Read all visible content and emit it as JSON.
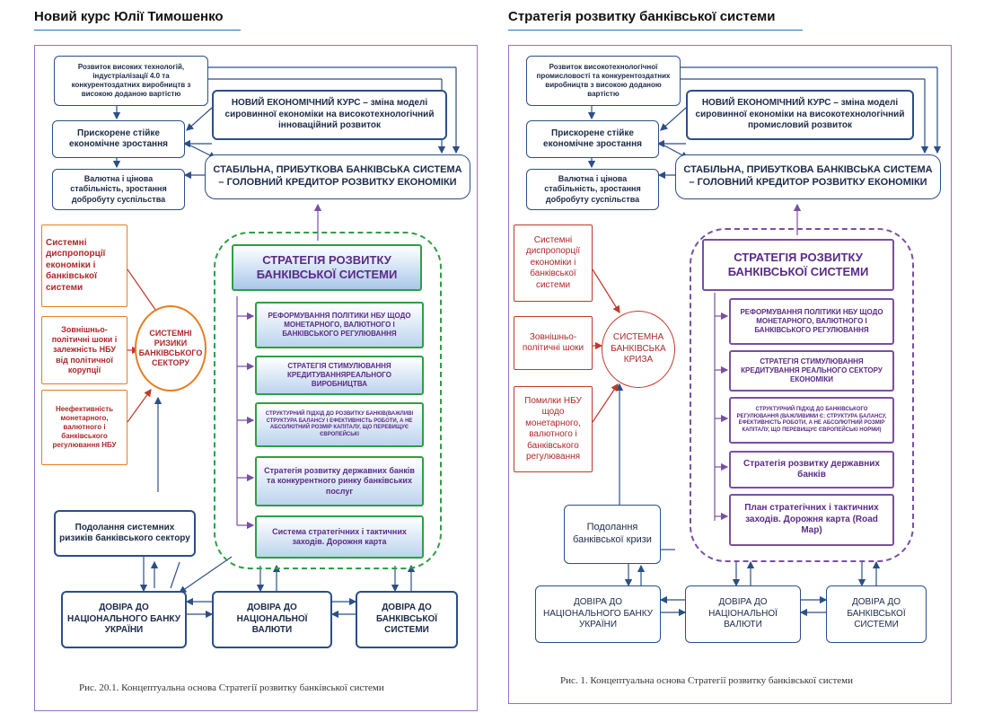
{
  "left": {
    "heading": "Новий курс Юлії Тимошенко",
    "top_box": "Розвиток високих технологій, індустріалізації 4.0 та конкурентоздатних виробництв з високою доданою вартістю",
    "econ_course": "НОВИЙ ЕКОНОМІЧНИЙ КУРС – зміна моделі сировинної економіки на високотехнологічний інноваційний розвиток",
    "growth": "Прискорене стійке економічне зростання",
    "bank_system": "СТАБІЛЬНА, ПРИБУТКОВА БАНКІВСЬКА СИСТЕМА – ГОЛОВНИЙ КРЕДИТОР РОЗВИТКУ ЕКОНОМІКИ",
    "stability": "Валютна і цінова стабільність, зростання добробуту суспільства",
    "risk1": "Системні диспропорції економіки і банківської системи",
    "risk2": "Зовнішньо-політичні шоки і залежність НБУ від політичної корупції",
    "risk3": "Неефективність монетарного, валютного і банківського регулювання НБУ",
    "circle": "СИСТЕМНІ РИЗИКИ БАНКІВСЬКОГО СЕКТОРУ",
    "strategy_title": "СТРАТЕГІЯ РОЗВИТКУ БАНКІВСЬКОЇ СИСТЕМИ",
    "items": [
      "РЕФОРМУВАННЯ ПОЛІТИКИ НБУ ЩОДО МОНЕТАРНОГО, ВАЛЮТНОГО І БАНКІВСЬКОГО РЕГУЛЮВАННЯ",
      "СТРАТЕГІЯ СТИМУЛЮВАННЯ КРЕДИТУВАННЯРЕАЛЬНОГО ВИРОБНИЦТВА",
      "СТРУКТУРНИЙ ПІДХІД ДО РОЗВИТКУ БАНКІВ(ВАЖЛИВІ СТРУКТУРА БАЛАНСУ І ЕФЕКТИВНІСТЬ РОБОТИ, А НЕ АБСОЛЮТНИЙ РОЗМІР КАПІТАЛУ, ЩО ПЕРЕВИЩУЄ ЄВРОПЕЙСЬКІ",
      "Стратегія розвитку державних банків та конкурентного ринку банківських послуг",
      "Система стратегічних і тактичних заходів. Дорожня карта"
    ],
    "overcome": "Подолання системних ризиків банківського сектору",
    "trust_nbu": "ДОВІРА ДО НАЦІОНАЛЬНОГО БАНКУ УКРАЇНИ",
    "trust_currency": "ДОВІРА ДО НАЦІОНАЛЬНОЇ ВАЛЮТИ",
    "trust_banks": "ДОВІРА ДО БАНКІВСЬКОЇ СИСТЕМИ",
    "caption": "Рис. 20.1. Концептуальна основа Стратегії розвитку банківської системи"
  },
  "right": {
    "heading": "Стратегія розвитку банківської системи",
    "top_box": "Розвиток високотехнологічної промисловості та конкурентоздатних виробництв з високою доданою вартістю",
    "econ_course": "НОВИЙ ЕКОНОМІЧНИЙ КУРС – зміна моделі сировинної економіки на високотехнологічний промисловий розвиток",
    "growth": "Прискорене стійке економічне зростання",
    "bank_system": "СТАБІЛЬНА, ПРИБУТКОВА БАНКІВСЬКА СИСТЕМА – ГОЛОВНИЙ КРЕДИТОР РОЗВИТКУ ЕКОНОМІКИ",
    "stability": "Валютна і цінова стабільність, зростання добробуту суспільства",
    "risk1": "Системні диспропорції економіки і банківської системи",
    "risk2": "Зовнішньо-політичні шоки",
    "risk3": "Помилки НБУ щодо монетарного, валютного і банківського регулювання",
    "circle": "СИСТЕМНА БАНКІВСЬКА КРИЗА",
    "strategy_title": "СТРАТЕГІЯ РОЗВИТКУ БАНКІВСЬКОЇ СИСТЕМИ",
    "items": [
      "РЕФОРМУВАННЯ ПОЛІТИКИ НБУ ЩОДО МОНЕТАРНОГО, ВАЛЮТНОГО І БАНКІВСЬКОГО РЕГУЛЮВАННЯ",
      "СТРАТЕГІЯ СТИМУЛЮВАННЯ КРЕДИТУВАННЯ РЕАЛЬНОГО СЕКТОРУ ЕКОНОМІКИ",
      "СТРУКТУРНИЙ ПІДХІД ДО БАНКІВСЬКОГО РЕГУЛЮВАННЯ (ВАЖЛИВИМИ Є: СТРУКТУРА БАЛАНСУ, ЕФЕКТИВНІСТЬ РОБОТИ, А НЕ АБСОЛЮТНИЙ РОЗМІР КАПІТАЛУ, ЩО ПЕРЕВИЩУЄ ЄВРОПЕЙСЬКІ НОРМИ)",
      "Стратегія розвитку державних банків",
      "План стратегічних і тактичних заходів. Дорожня карта (Road Map)"
    ],
    "overcome": "Подолання банківської кризи",
    "trust_nbu": "ДОВІРА ДО НАЦІОНАЛЬНОГО БАНКУ УКРАЇНИ",
    "trust_currency": "ДОВІРА ДО НАЦІОНАЛЬНОЇ ВАЛЮТИ",
    "trust_banks": "ДОВІРА ДО БАНКІВСЬКОЇ СИСТЕМИ",
    "caption": "Рис. 1. Концептуальна основа Стратегії розвитку банківської системи"
  }
}
